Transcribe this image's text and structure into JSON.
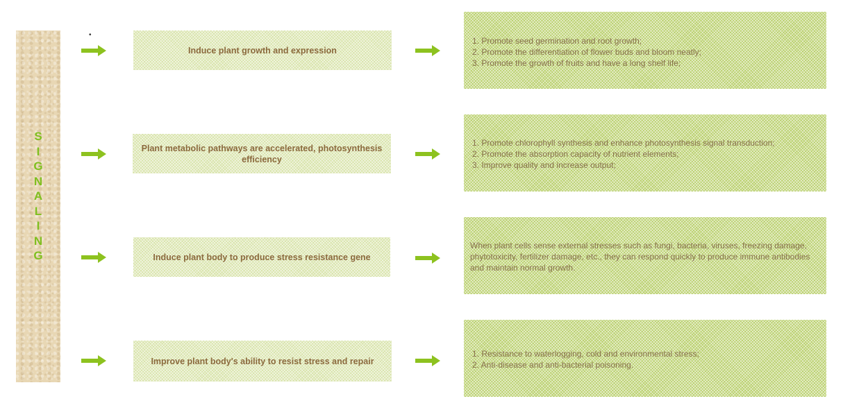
{
  "sidebar": {
    "letters": [
      "S",
      "I",
      "G",
      "N",
      "A",
      "L",
      "I",
      "N",
      "G"
    ]
  },
  "marker": "•",
  "rows": [
    {
      "middle": "Induce plant growth and expression",
      "items": [
        "1. Promote seed germination and root growth;",
        "2. Promote the differentiation of flower buds and bloom neatly;",
        "3. Promote the growth of fruits and have a long shelf life;"
      ]
    },
    {
      "middle": "Plant metabolic pathways are accelerated, photosynthesis efficiency",
      "items": [
        "1. Promote chlorophyll synthesis and enhance photosynthesis signal transduction;",
        "2. Promote the absorption capacity of nutrient elements;",
        "3. Improve quality and increase output;"
      ]
    },
    {
      "middle": "Induce plant body to produce stress resistance gene",
      "paragraph": "When plant cells sense external stresses such as fungi, bacteria, viruses, freezing damage, phytotoxicity, fertilizer damage, etc., they can respond quickly to produce immune antibodies and maintain normal growth."
    },
    {
      "middle": "Improve plant body's ability to resist stress and repair",
      "items": [
        "1. Resistance to waterlogging, cold and environmental stress;",
        "2. Anti-disease and anti-bacterial poisoning."
      ]
    }
  ],
  "colors": {
    "accent_green": "#8dc21f",
    "letter_green": "#7fbf1f",
    "middle_text": "#8b6a3e",
    "right_text": "#86704a",
    "middle_box": "#d7e3a8",
    "right_box": "#b8cf6a",
    "sidebar_bg": "#e8d7b4"
  },
  "icons": {
    "arrow": "right-arrow-icon"
  }
}
